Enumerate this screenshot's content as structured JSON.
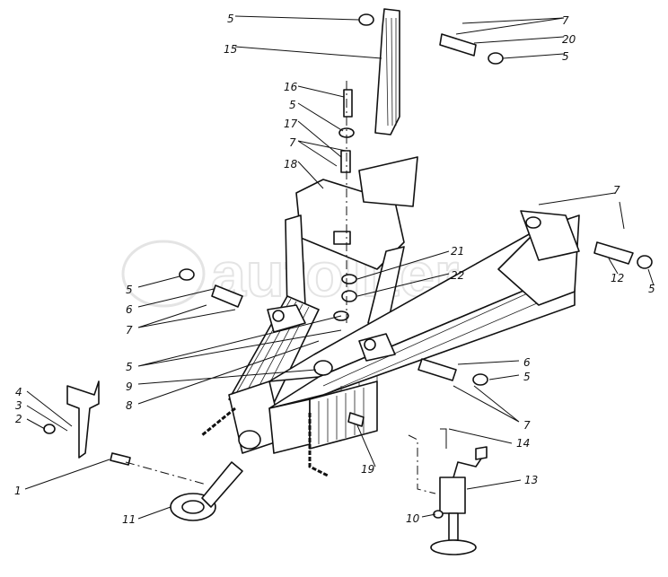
{
  "watermark": "autoliter.ru",
  "labels": [
    "5",
    "15",
    "7",
    "20",
    "5",
    "16",
    "5",
    "17",
    "7",
    "18",
    "7",
    "21",
    "22",
    "5",
    "6",
    "7",
    "12",
    "5",
    "5",
    "9",
    "8",
    "6",
    "5",
    "7",
    "4",
    "3",
    "2",
    "14",
    "13",
    "19",
    "10",
    "1",
    "11"
  ]
}
